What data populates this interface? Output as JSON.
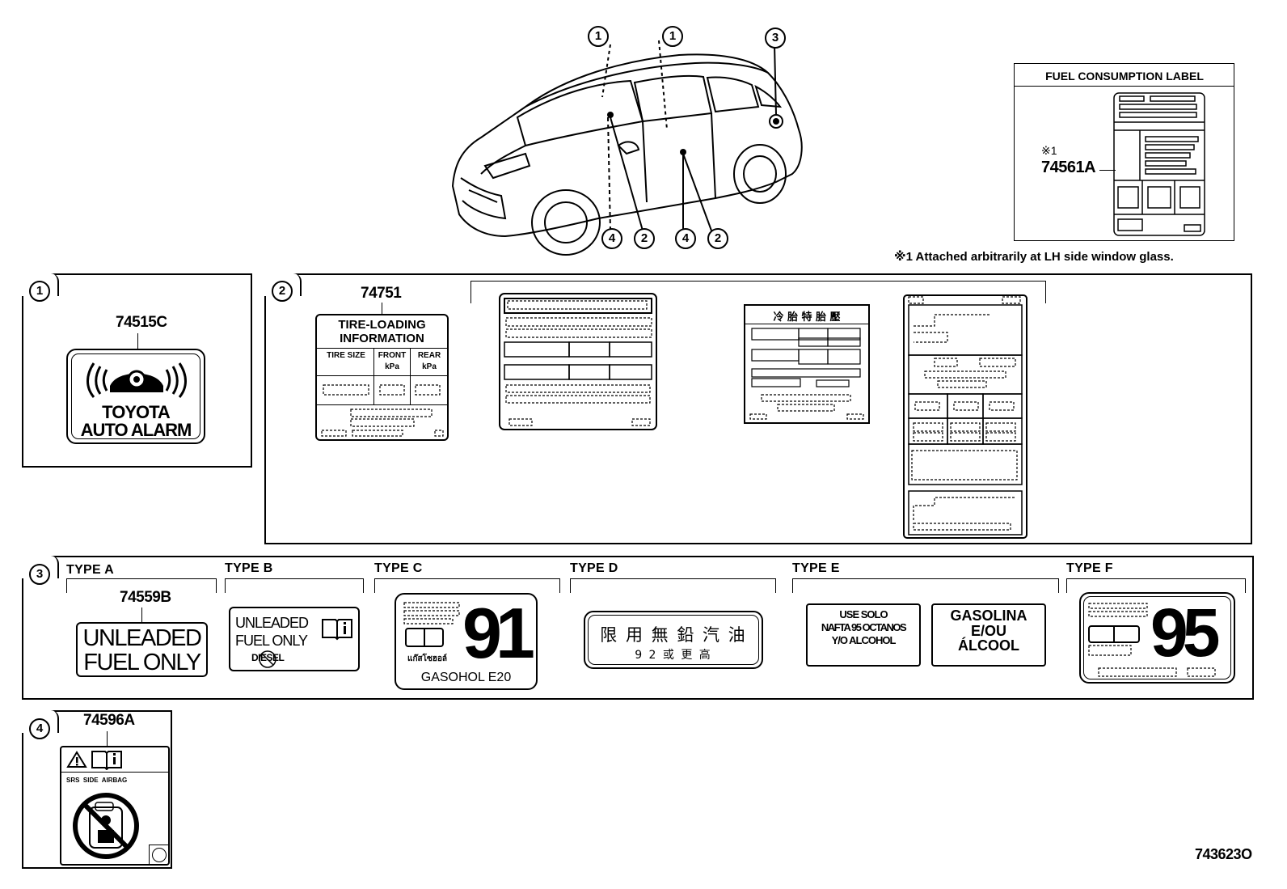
{
  "callouts": {
    "c1": "1",
    "c2": "2",
    "c3": "3",
    "c4": "4"
  },
  "fuel_label": {
    "title": "FUEL CONSUMPTION LABEL",
    "ref": "※1",
    "part": "74561A",
    "note": "※1  Attached arbitrarily at LH side window glass."
  },
  "section1": {
    "part": "74515C",
    "label_line1": "TOYOTA",
    "label_line2": "AUTO ALARM"
  },
  "section2": {
    "part": "74751",
    "tire_title1": "TIRE-LOADING",
    "tire_title2": "INFORMATION",
    "col1": "TIRE SIZE",
    "col2": "FRONT",
    "col3": "REAR",
    "unit": "kPa",
    "jp_label": "冷 胎 特 胎 壓"
  },
  "section3": {
    "types": [
      "TYPE A",
      "TYPE B",
      "TYPE C",
      "TYPE D",
      "TYPE E",
      "TYPE F"
    ],
    "part_a": "74559B",
    "a_line1": "UNLEADED",
    "a_line2": "FUEL ONLY",
    "b_line1": "UNLEADED",
    "b_line2": "FUEL ONLY",
    "b_line3": "DIESEL",
    "c_number": "91",
    "c_thai": "แก๊สโซฮอล์",
    "c_bottom": "GASOHOL  E20",
    "d_line1": "限 用 無 鉛 汽 油",
    "d_line2": "9 2 或 更 高",
    "e1_line1": "USE SOLO",
    "e1_line2": "NAFTA 95 OCTANOS",
    "e1_line3": "Y/O ALCOHOL",
    "e2_line1": "GASOLINA",
    "e2_line2": "E/OU",
    "e2_line3": "ÁLCOOL",
    "f_number": "95"
  },
  "section4": {
    "part": "74596A",
    "airbag_text": "SRS  SIDE  AIRBAG"
  },
  "diagram_id": "743623O"
}
